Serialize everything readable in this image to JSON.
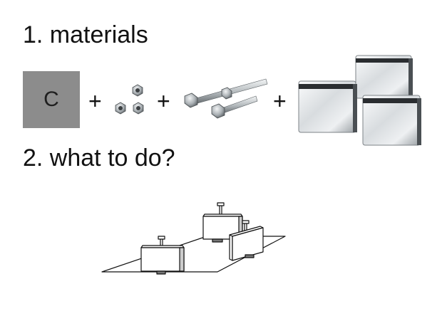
{
  "steps": {
    "materials": "1. materials",
    "instructions": "2. what to do?"
  },
  "materials": {
    "board_letter": "C",
    "plus_sign": "+"
  },
  "icons": [
    "nut-icon",
    "bolt-icon",
    "glass-clamp-icon"
  ],
  "colors": {
    "board": "#8c8c8c",
    "metal_light": "#e6e8ea",
    "metal_dark": "#6f7478",
    "line": "#111111"
  }
}
